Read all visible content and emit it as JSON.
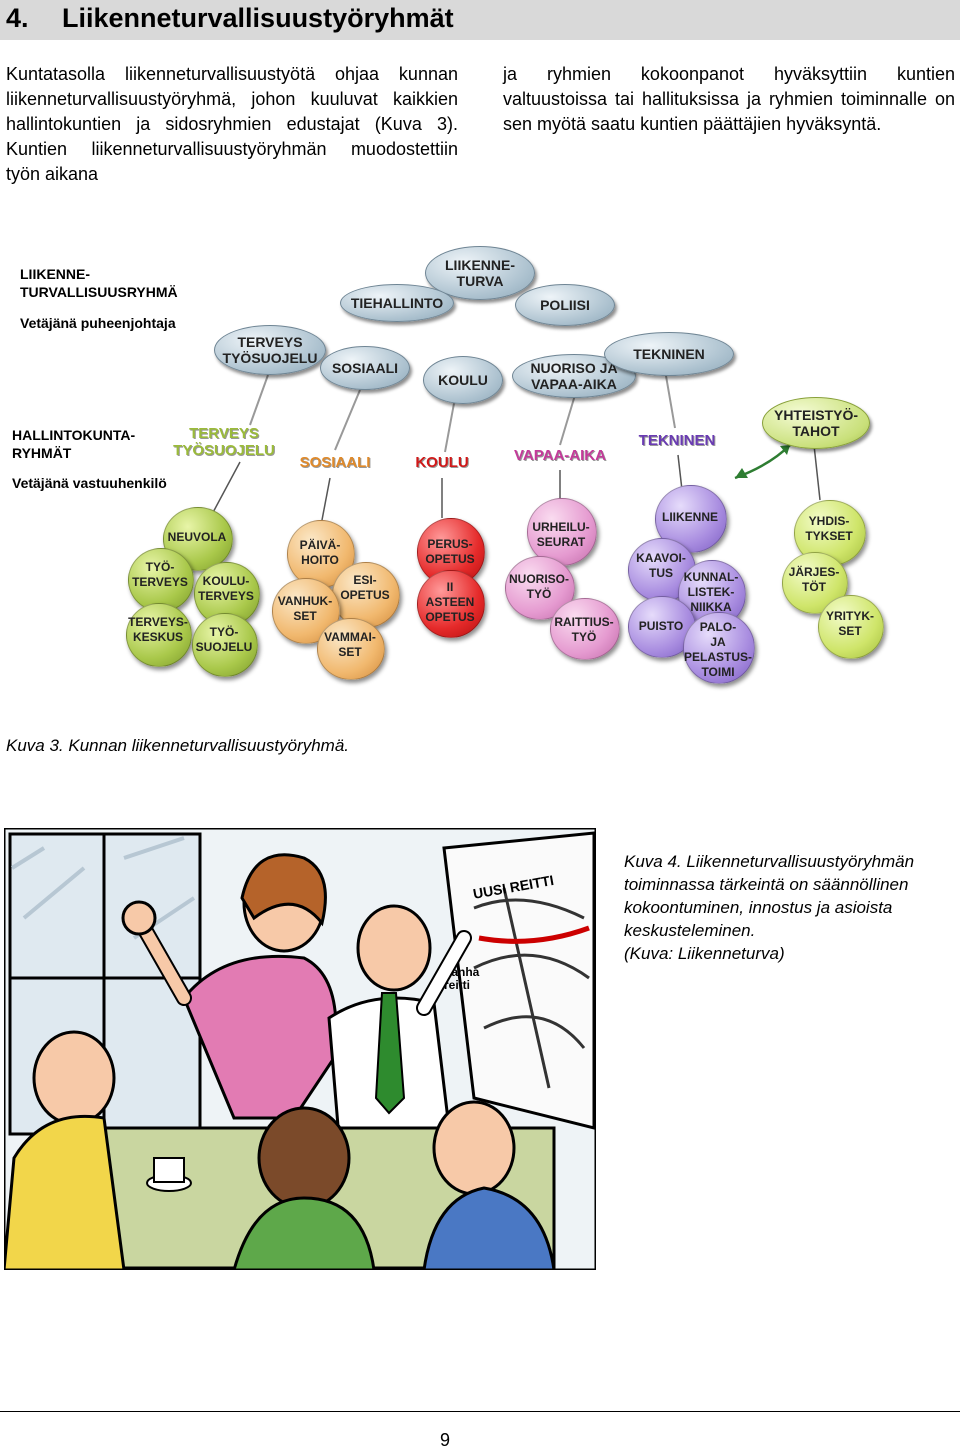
{
  "heading": {
    "number": "4.",
    "title": "Liikenneturvallisuustyöryhmät"
  },
  "intro": {
    "left": "Kuntatasolla liikenneturvallisuustyötä ohjaa kunnan liikenneturvallisuustyöryhmä, johon kuuluvat kaikkien hallintokuntien ja sidosryhmien edustajat (Kuva 3). Kuntien liikenneturvallisuustyöryhmän muodostettiin työn aikana",
    "right": "ja ryhmien kokoonpanot hyväksyttiin kuntien valtuustoissa tai hallituksissa ja ryhmien toiminnalle on sen myötä saatu kuntien päättäjien hyväksyntä."
  },
  "diagram": {
    "main_group": {
      "title": "LIIKENNE-\nTURVALLISUUSRYHMÄ",
      "leader": "Vetäjänä puheenjohtaja"
    },
    "admin_groups": {
      "title": "HALLINTOKUNTA-\nRYHMÄT",
      "leader": "Vetäjänä vastuuhenkilö"
    },
    "pills": {
      "liikenneturva": "LIIKENNE-\nTURVA",
      "tiehallinto": "TIEHALLINTO",
      "poliisi": "POLIISI",
      "terveys": "TERVEYS\nTYÖSUOJELU",
      "sosiaali": "SOSIAALI",
      "koulu": "KOULU",
      "nuoriso": "NUORISO JA\nVAPAA-AIKA",
      "tekninen": "TEKNINEN"
    },
    "group_labels": {
      "terveys": "TERVEYS\nTYÖSUOJELU",
      "sosiaali": "SOSIAALI",
      "koulu": "KOULU",
      "vapaa_aika": "VAPAA-AIKA",
      "tekninen": "TEKNINEN",
      "yhteistyo": "YHTEISTYÖ-\nTAHOT"
    },
    "balls": {
      "neuvola": "NEUVOLA",
      "tyoterveys": "TYÖ-\nTERVEYS",
      "kouluterveys": "KOULU-\nTERVEYS",
      "terveyskeskus": "TERVEYS-\nKESKUS",
      "tyosuojelu": "TYÖ-\nSUOJELU",
      "paivahoito": "PÄIVÄ-\nHOITO",
      "esiopetus": "ESI-\nOPETUS",
      "vanhukset": "VANHUK-\nSET",
      "vammaiset": "VAMMAI-\nSET",
      "perusopetus": "PERUS-\nOPETUS",
      "ii_asteen": "II\nASTEEN\nOPETUS",
      "urheiluseurat": "URHEILU-\nSEURAT",
      "nuorisotyo": "NUORISO-\nTYÖ",
      "raittiustyo": "RAITTIUS-\nTYÖ",
      "liikenne": "LIIKENNE",
      "kaavoitus": "KAAVOI-\nTUS",
      "kunnallistekniikka": "KUNNAL-\nLISTEK-\nNIIKKA",
      "puisto": "PUISTO",
      "pelastustoimi": "PALO-\nJA\nPELASTUS-\nTOIMI",
      "yhdistykset": "YHDIS-\nTYKSET",
      "jarjestot": "JÄRJES-\nTÖT",
      "yritykset": "YRITYK-\nSET"
    }
  },
  "caption3": "Kuva 3. Kunnan liikenneturvallisuustyöryhmä.",
  "cartoon": {
    "sign": "UUSI REITTI",
    "old_route": "Vanha\nreitti"
  },
  "caption4": {
    "text": "Kuva 4. Liikenneturvallisuustyöryhmän toiminnassa tärkeintä on säännöllinen kokoontuminen, innostus ja asioista keskusteleminen.",
    "credit": "(Kuva: Liikenneturva)"
  },
  "page_number": "9",
  "colors": {
    "green": "#a9c84a",
    "orange": "#f1b86e",
    "red": "#e52a2a",
    "pink": "#e59ad0",
    "purple": "#a98de0",
    "lime": "#cfe56a",
    "pill": "#a9bfcd"
  }
}
